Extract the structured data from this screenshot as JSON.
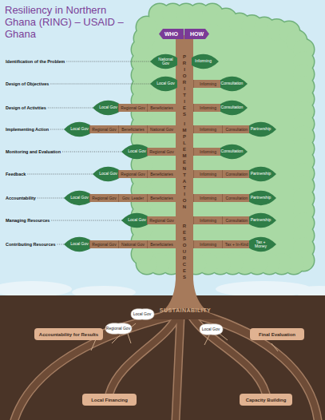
{
  "diagram": {
    "title": "Resiliency in Northern Ghana (RING) – USAID – Ghana",
    "nodes": [
      {
        "text": [
          "WHO"
        ]
      },
      {
        "text": [
          "HOW"
        ]
      },
      {
        "text": [
          "National Gov"
        ]
      },
      {
        "text": [
          "Informing"
        ]
      },
      {
        "text": [
          "Local Gov"
        ]
      },
      {
        "text": [
          "Informing"
        ]
      },
      {
        "text": [
          "Consultation"
        ]
      },
      {
        "text": [
          "Local Gov"
        ]
      },
      {
        "text": [
          "Regional Gov"
        ]
      },
      {
        "text": [
          "Beneficiaries"
        ]
      },
      {
        "text": [
          "Informing"
        ]
      },
      {
        "text": [
          "Consultation"
        ]
      },
      {
        "text": [
          "Local Gov"
        ]
      },
      {
        "text": [
          "Regional Gov"
        ]
      },
      {
        "text": [
          "Beneficiaries"
        ]
      },
      {
        "text": [
          "National Gov"
        ]
      },
      {
        "text": [
          "Informing"
        ]
      },
      {
        "text": [
          "Consultation"
        ]
      },
      {
        "text": [
          "Partnership"
        ]
      },
      {
        "text": [
          "Local Gov"
        ]
      },
      {
        "text": [
          "Regional Gov"
        ]
      },
      {
        "text": [
          "Informing"
        ]
      },
      {
        "text": [
          "Consultation"
        ]
      },
      {
        "text": [
          "Local Gov"
        ]
      },
      {
        "text": [
          "Regional Gov"
        ]
      },
      {
        "text": [
          "Beneficiaries"
        ]
      },
      {
        "text": [
          "Informing"
        ]
      },
      {
        "text": [
          "Consultation"
        ]
      },
      {
        "text": [
          "Partnership"
        ]
      },
      {
        "text": [
          "Local Gov"
        ]
      },
      {
        "text": [
          "Regional Gov"
        ]
      },
      {
        "text": [
          "Gov. Leader"
        ]
      },
      {
        "text": [
          "Beneficiaries"
        ]
      },
      {
        "text": [
          "Informing"
        ]
      },
      {
        "text": [
          "Consultation"
        ]
      },
      {
        "text": [
          "Partnership"
        ]
      },
      {
        "text": [
          "Local Gov"
        ]
      },
      {
        "text": [
          "Regional Gov"
        ]
      },
      {
        "text": [
          "Informing"
        ]
      },
      {
        "text": [
          "Consultation"
        ]
      },
      {
        "text": [
          "Partnership"
        ]
      },
      {
        "text": [
          "Local Gov"
        ]
      },
      {
        "text": [
          "Regional Gov"
        ]
      },
      {
        "text": [
          "National Gov"
        ]
      },
      {
        "text": [
          "Beneficiaries"
        ]
      },
      {
        "text": [
          "Informing"
        ]
      },
      {
        "text": [
          "Tax + In-Kind"
        ]
      },
      {
        "text": [
          "Tax + Money"
        ]
      },
      {
        "text": [
          "Local Gov"
        ]
      },
      {
        "text": [
          "Accountability for Results"
        ]
      },
      {
        "text": [
          "Regional Gov"
        ]
      },
      {
        "text": [
          "Local Gov"
        ]
      },
      {
        "text": [
          "Final Evaluation"
        ]
      },
      {
        "text": [
          "Local Financing"
        ]
      },
      {
        "text": [
          "Capacity Building"
        ]
      }
    ],
    "labels": [
      "Identification of the Problem",
      "Design of Objectives",
      "Design of Activities",
      "Implementing Action",
      "Monitoring and Evaluation",
      "Feedback",
      "Accountability",
      "Managing Resources",
      "Contributing Resources",
      "PRIORITIES",
      "IMPLEMENTATION",
      "RESOURCES",
      "SUSTAINABILITY"
    ]
  }
}
